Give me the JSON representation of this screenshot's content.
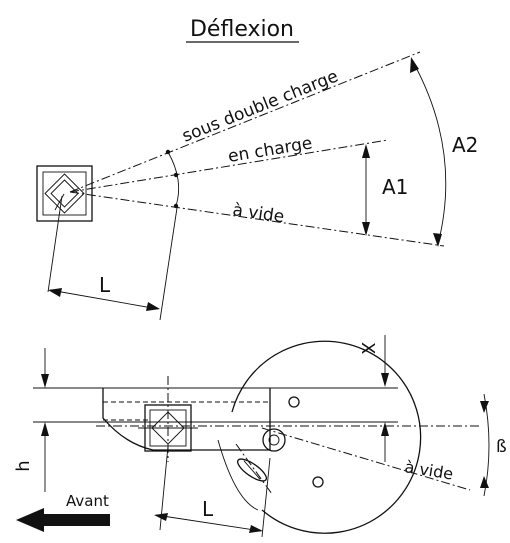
{
  "diagram": {
    "title": "Déflexion",
    "top_view": {
      "line_labels": {
        "double_load": "sous double charge",
        "loaded": "en charge",
        "empty": "à vide"
      },
      "angle_labels": {
        "a1": "A1",
        "a2": "A2"
      },
      "length_label": "L"
    },
    "side_view": {
      "dimension_labels": {
        "x": "X",
        "h": "h",
        "beta": "ß",
        "l": "L"
      },
      "empty_label": "à vide",
      "direction_label": "Avant"
    }
  }
}
